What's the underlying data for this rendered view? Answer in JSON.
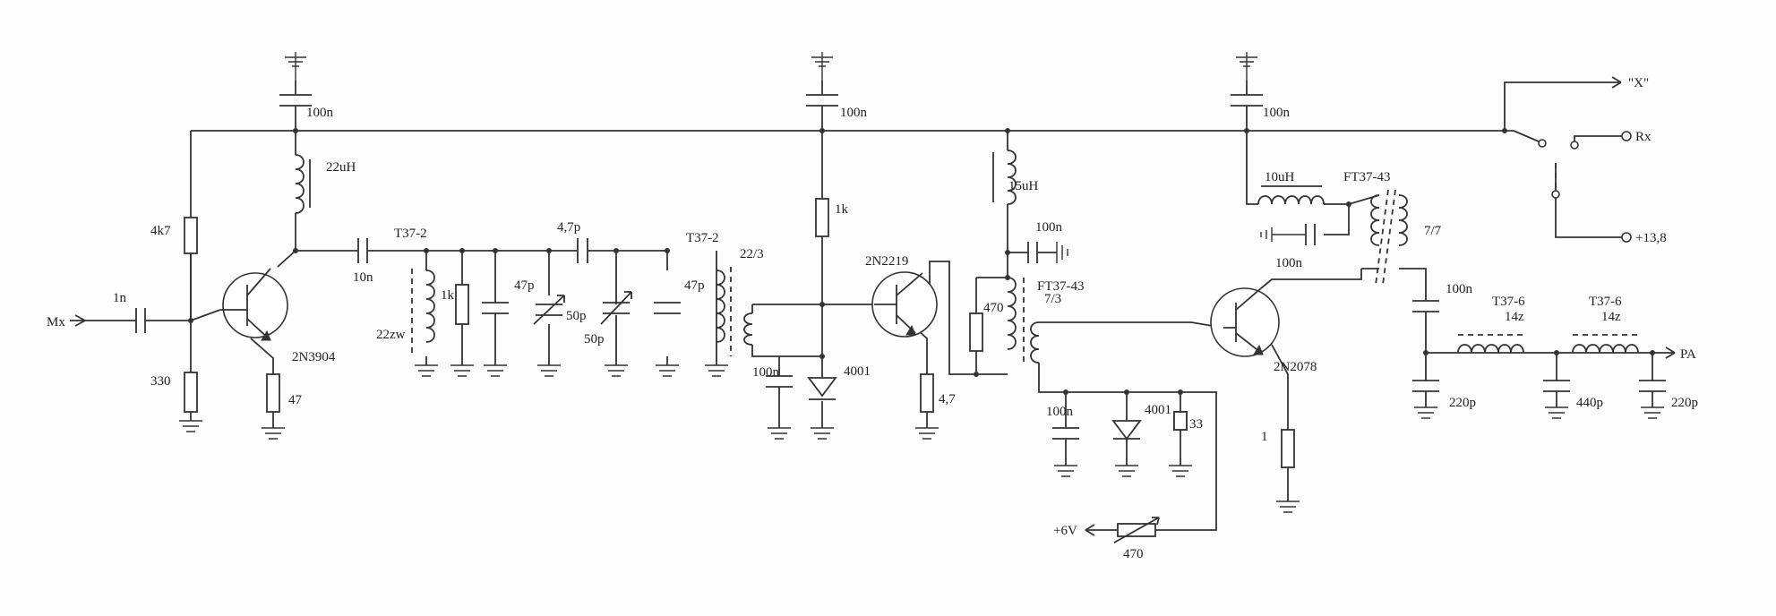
{
  "labels": {
    "mx": "Mx",
    "pa": "PA",
    "x_out": "\"X\"",
    "rx": "Rx",
    "v13": "+13,8",
    "v6": "+6V",
    "c1n": "1n",
    "r4k7": "4k7",
    "r330": "330",
    "c100n_1": "100n",
    "l22uH": "22uH",
    "q1": "2N3904",
    "r47": "47",
    "c10n": "10n",
    "t37_2a": "T37-2",
    "w22zw": "22zw",
    "r1k_a": "1k",
    "c47p_a": "47p",
    "c4p7": "4,7p",
    "c50p_a": "50p",
    "c50p_b": "50p",
    "c47p_b": "47p",
    "t37_2b": "T37-2",
    "r223": "22/3",
    "c100n_2": "100n",
    "r1k_b": "1k",
    "q2": "2N2219",
    "c100n_3": "100n",
    "d4001_a": "4001",
    "r4_7": "4,7",
    "l15uH": "15uH",
    "c100n_4": "100n",
    "r470a": "470",
    "ft37_43a": "FT37-43",
    "r7_3": "7/3",
    "c100n_5": "100n",
    "d4001_b": "4001",
    "r33": "33",
    "r470b": "470",
    "c100n_6": "100n",
    "l10uH": "10uH",
    "ft37_43b": "FT37-43",
    "c100n_7": "100n",
    "r7_7": "7/7",
    "c100n_8": "100n",
    "q3": "2N2078",
    "r1": "1",
    "t37_6a": "T37-6",
    "z14a": "14z",
    "t37_6b": "T37-6",
    "z14b": "14z",
    "c220p_a": "220p",
    "c440p": "440p",
    "c220p_b": "220p"
  }
}
